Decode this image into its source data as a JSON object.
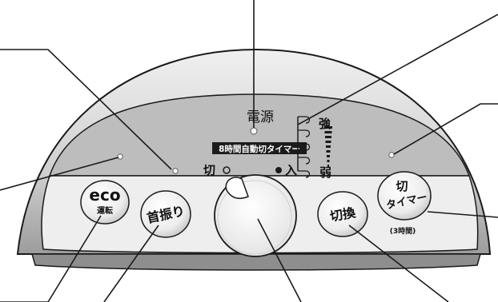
{
  "panel": {
    "power_label": "電源",
    "timer_8h_label": "8時間自動切タイマー",
    "dial_off_label": "切",
    "dial_on_label": "入",
    "level_strong_label": "強",
    "level_weak_label": "弱",
    "level_steps": 5
  },
  "buttons": {
    "eco": {
      "line1": "eco",
      "line2": "運転"
    },
    "swing": {
      "label": "首振り"
    },
    "switch": {
      "label": "切換"
    },
    "off_timer": {
      "line1": "切",
      "line2": "タイマー",
      "sub": "(3時間)"
    }
  },
  "colors": {
    "outer_shell": "#d6d6d6",
    "panel_upper": "#bdbdbd",
    "panel_lower": "#eeeeee",
    "button_face": "#f4f4f4",
    "line": "#1a1a1a"
  },
  "icons": {
    "led": "led-indicator-icon",
    "dial_pointer": "dial-pointer-icon",
    "fan_level": "fan-level-bars-icon"
  }
}
